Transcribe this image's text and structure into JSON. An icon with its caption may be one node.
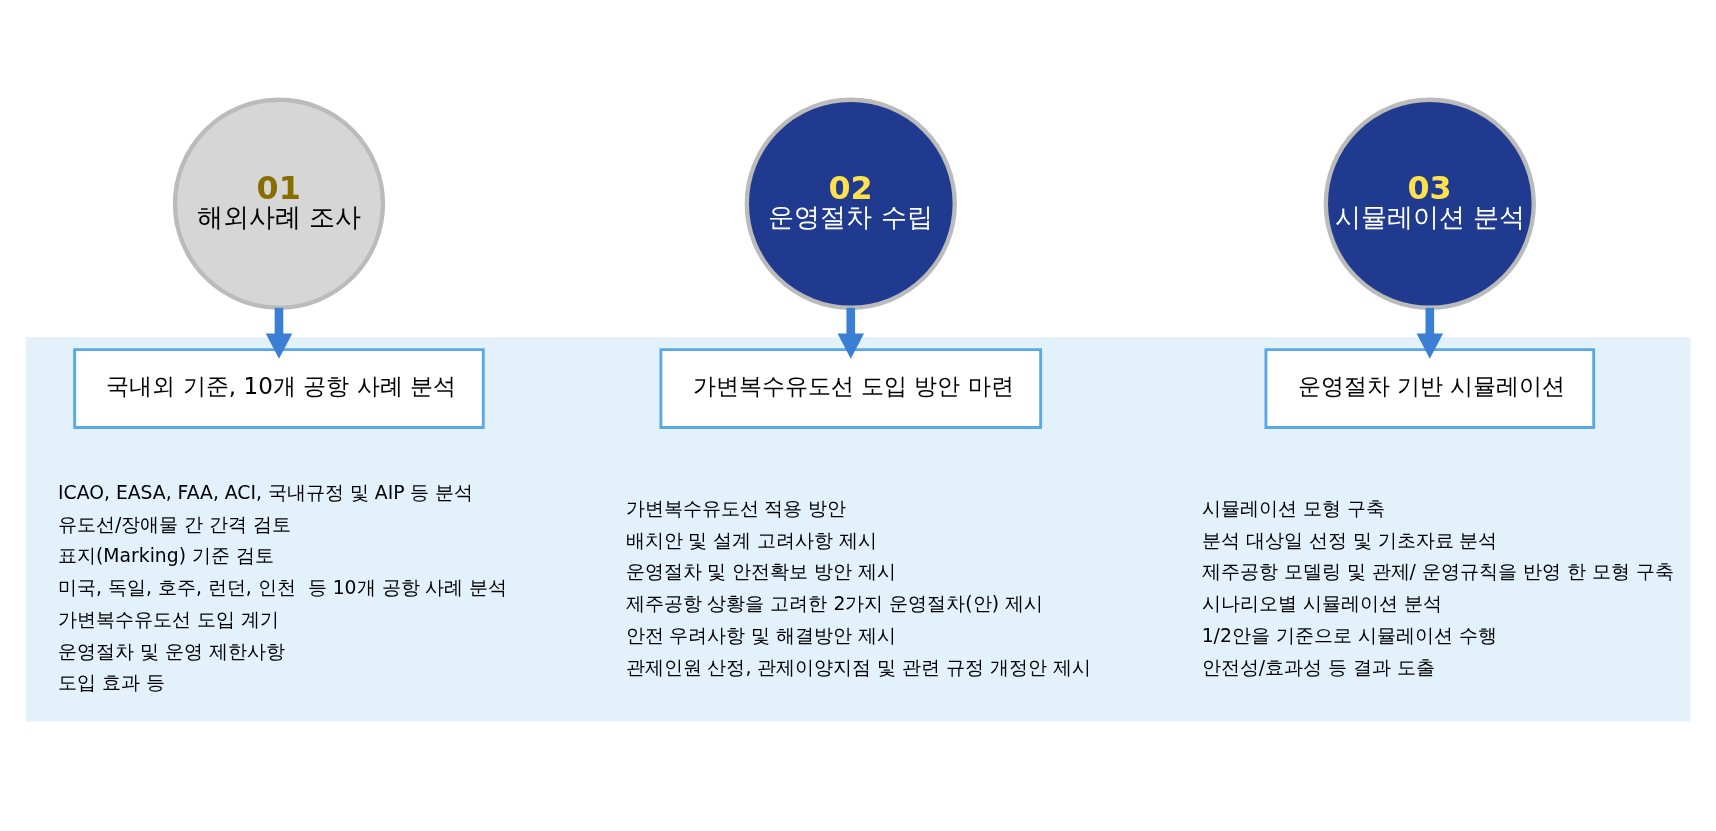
{
  "diagram": {
    "nodes": [
      {
        "text": [],
        "shape": "band"
      },
      {
        "text": [
          "01",
          "해외사례 조사"
        ]
      },
      {
        "text": [
          "국내외 기준, 10개 공항 사례 분석"
        ],
        "in": 0,
        "beside": [
          "ICAO, EASA, FAA, ACI, 국내규정 및 AIP 등 분석",
          "유도선/장애물 간 간격 검토",
          "표지(Marking) 기준 검토",
          "미국, 독일, 호주, 런던, 인천  등 10개 공항 사례 분석",
          "가변복수유도선 도입 계기",
          "운영절차 및 운영 제한사항",
          "도입 효과 등"
        ]
      },
      {
        "text": [
          "02",
          "운영절차 수립"
        ]
      },
      {
        "text": [
          "가변복수유도선 도입 방안 마련"
        ],
        "in": 0,
        "beside": [
          "가변복수유도선 적용 방안",
          "배치안 및 설계 고려사항 제시",
          "운영절차 및 안전확보 방안 제시",
          "제주공항 상황을 고려한 2가지 운영절차(안) 제시",
          "안전 우려사항 및 해결방안 제시",
          "관제인원 산정, 관제이양지점 및 관련 규정 개정안 제시"
        ]
      },
      {
        "text": [
          "03",
          "시뮬레이션 분석"
        ]
      },
      {
        "text": [
          "운영절차 기반 시뮬레이션"
        ],
        "in": 0,
        "beside": [
          "시뮬레이션 모형 구축",
          "분석 대상일 선정 및 기초자료 분석",
          "제주공항 모델링 및 관제/ 운영규칙을 반영 한 모형 구축",
          "시나리오별 시뮬레이션 분석",
          "1/2안을 기준으로 시뮬레이션 수행",
          "안전성/효과성 등 결과 도출"
        ]
      }
    ],
    "edges": [
      {
        "from": 1,
        "to": 2,
        "arrow": "to"
      },
      {
        "from": 3,
        "to": 4,
        "arrow": "to"
      },
      {
        "from": 5,
        "to": 6,
        "arrow": "to"
      }
    ]
  }
}
